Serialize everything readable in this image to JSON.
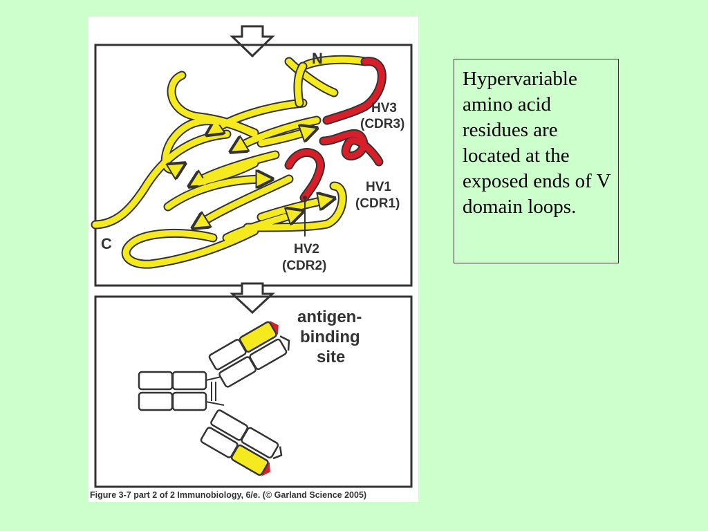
{
  "figure": {
    "label_n": "N",
    "label_c": "C",
    "hv3": "HV3",
    "cdr3": "(CDR3)",
    "hv1": "HV1",
    "cdr1": "(CDR1)",
    "hv2": "HV2",
    "cdr2": "(CDR2)",
    "site_line1": "antigen-",
    "site_line2": "binding",
    "site_line3": "site",
    "credit": "Figure 3-7 part 2 of 2  Immunobiology, 6/e. (© Garland Science 2005)"
  },
  "caption": {
    "text": "Hypervariable amino acid residues are located at the exposed ends of V domain loops."
  },
  "colors": {
    "background": "#ccffcc",
    "strand_yellow": "#f5ea1e",
    "loop_red": "#d81e28",
    "outline": "#333333"
  }
}
